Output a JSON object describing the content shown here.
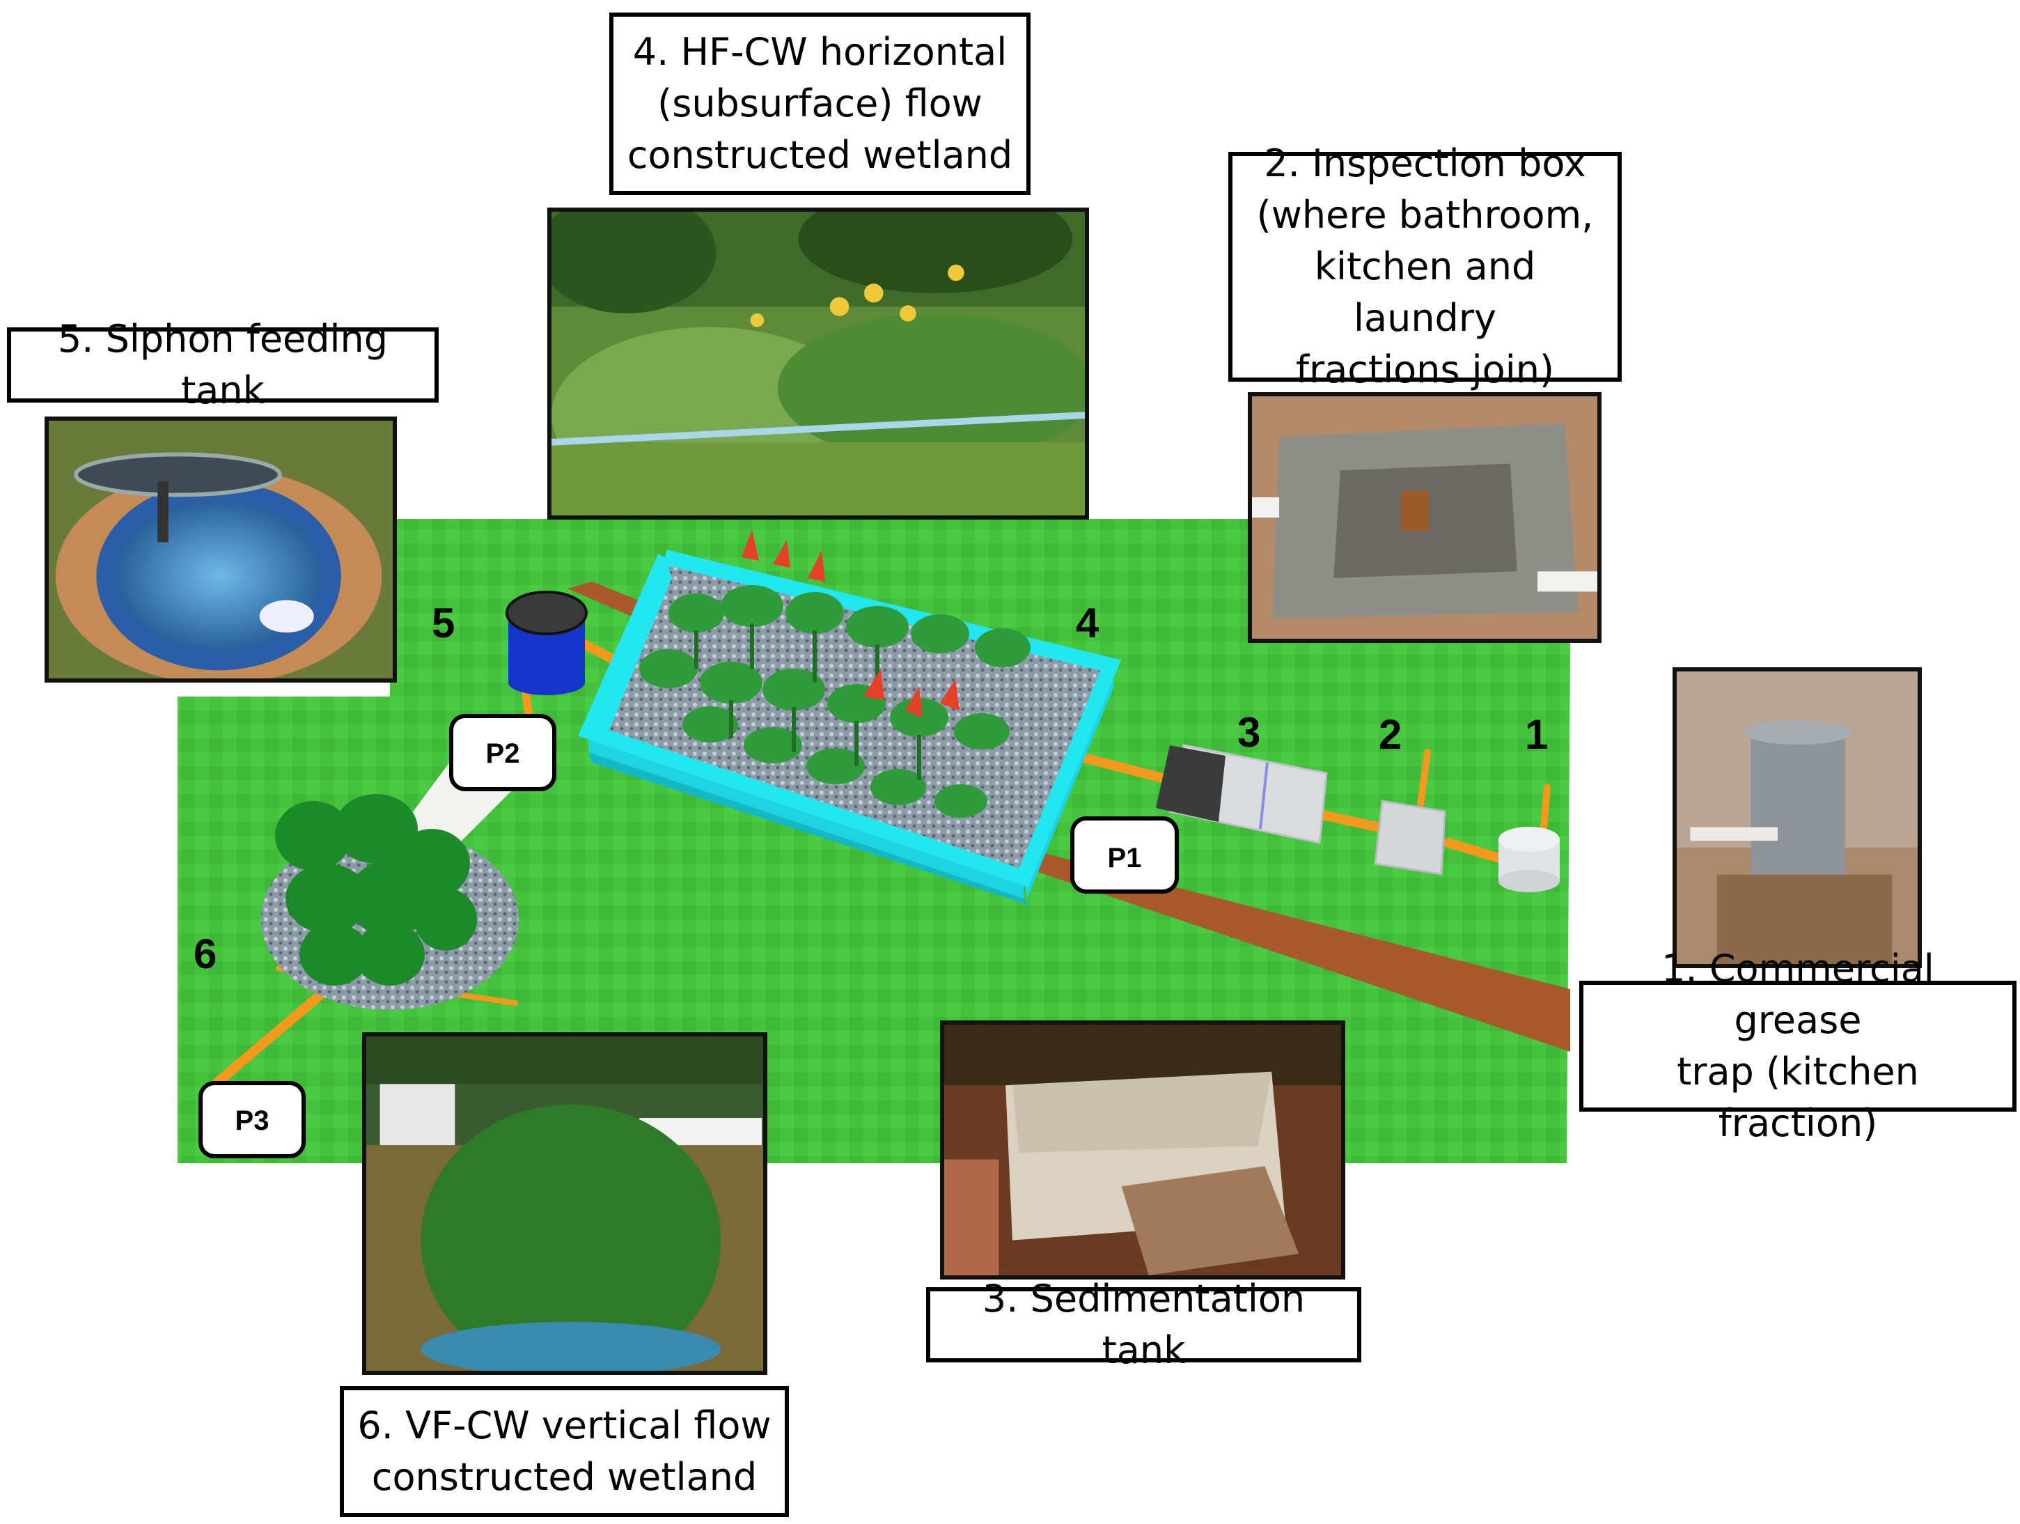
{
  "stations": {
    "n1": "1",
    "n2": "2",
    "n3": "3",
    "n4": "4",
    "n5": "5",
    "n6": "6"
  },
  "sampling_points": {
    "p1": "P1",
    "p2": "P2",
    "p3": "P3"
  },
  "captions": {
    "hf_cw": "4. HF-CW horizontal\n(subsurface) flow\nconstructed wetland",
    "inspection_box": "2. Inspection box\n(where bathroom,\nkitchen and laundry\nfractions join)",
    "siphon_tank": "5. Siphon feeding tank",
    "grease_trap": "1. Commercial grease\ntrap (kitchen fraction)",
    "sedimentation_tank": "3. Sedimentation tank",
    "vf_cw": "6. VF-CW vertical flow\nconstructed wetland"
  },
  "colors": {
    "lawn": "#45c23e",
    "pipe": "#f39a1e",
    "soil_strip": "#a85a2c",
    "wetland_basin": "#22e6f0",
    "tank_blue": "#1734c8"
  }
}
